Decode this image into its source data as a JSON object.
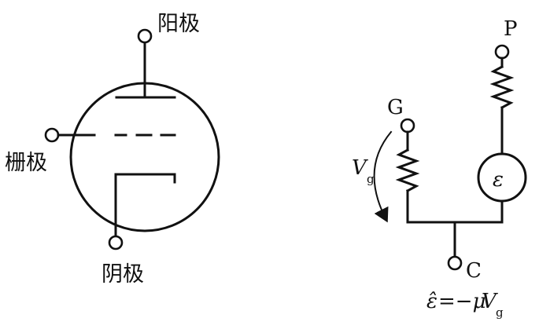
{
  "triode": {
    "plate_label": "阳极",
    "grid_label": "栅极",
    "cathode_label": "阴极"
  },
  "equivalent_circuit": {
    "plate_terminal": "P",
    "grid_terminal": "G",
    "cathode_terminal": "C",
    "grid_voltage_symbol": "V",
    "grid_voltage_subscript": "g",
    "source_symbol": "ε",
    "equation_lhs": "ε̂",
    "equation_mid": "=−μ",
    "equation_var": "V",
    "equation_subscript": "g"
  }
}
